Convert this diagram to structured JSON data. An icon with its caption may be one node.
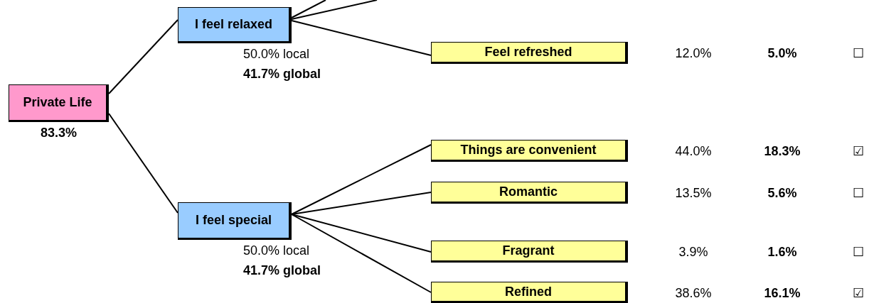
{
  "diagram": {
    "nodes": [
      {
        "text": [
          "Private Life"
        ],
        "beside": [
          "83.3%"
        ]
      },
      {
        "text": [
          "I feel relaxed"
        ],
        "beside": [
          "50.0% local",
          "41.7% global"
        ]
      },
      {
        "text": [
          "I feel special"
        ],
        "beside": [
          "50.0% local",
          "41.7% global"
        ]
      },
      {
        "text": [
          "Feel refreshed"
        ]
      },
      {
        "text": [
          "Things are convenient"
        ]
      },
      {
        "text": [
          "Romantic"
        ]
      },
      {
        "text": [
          "Fragrant"
        ]
      },
      {
        "text": [
          "Refined"
        ]
      }
    ],
    "edges": [
      {
        "from": 0,
        "to": 1,
        "arrow": "none"
      },
      {
        "from": 0,
        "to": 2,
        "arrow": "none"
      },
      {
        "from": 1,
        "to": null,
        "arrow": "none"
      },
      {
        "from": 1,
        "to": null,
        "arrow": "none"
      },
      {
        "from": 1,
        "to": 3,
        "arrow": "none"
      },
      {
        "from": 2,
        "to": 4,
        "arrow": "none"
      },
      {
        "from": 2,
        "to": 5,
        "arrow": "none"
      },
      {
        "from": 2,
        "to": 6,
        "arrow": "none"
      },
      {
        "from": 2,
        "to": 7,
        "arrow": "none"
      }
    ],
    "labels": [
      "12.0%",
      "5.0%",
      "☐",
      "44.0%",
      "18.3%",
      "☑",
      "13.5%",
      "5.6%",
      "☐",
      "3.9%",
      "1.6%",
      "☐",
      "38.6%",
      "16.1%",
      "☑"
    ]
  }
}
